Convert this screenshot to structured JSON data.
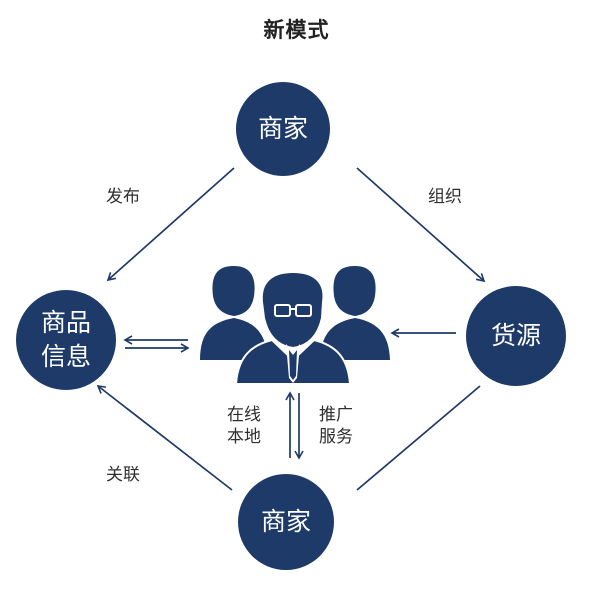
{
  "title": "新模式",
  "nodes": {
    "top": "商家",
    "left_line1": "商品",
    "left_line2": "信息",
    "right": "货源",
    "bottom": "商家"
  },
  "edge_labels": {
    "publish": "发布",
    "organize": "组织",
    "associate": "关联",
    "online_line1": "在线",
    "online_line2": "本地",
    "promote_line1": "推广",
    "promote_line2": "服务"
  },
  "colors": {
    "node_fill": "#1e3a68",
    "arrow": "#1e3a68"
  }
}
